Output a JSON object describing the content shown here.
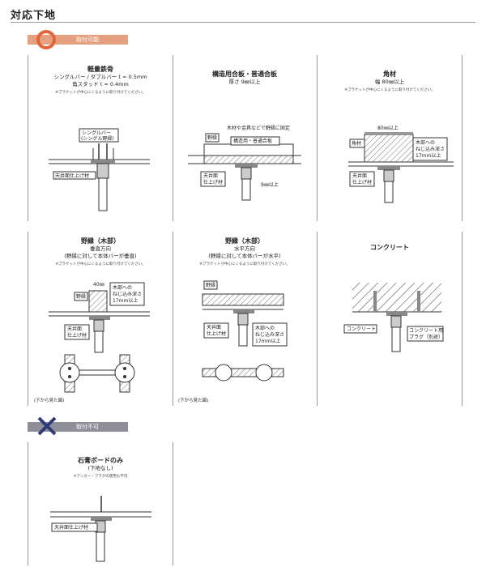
{
  "page_title": "対応下地",
  "ok_label": "取付可能",
  "ng_label": "取付不可",
  "cells": {
    "c1": {
      "title": "軽量鉄骨",
      "sub1": "シングルバー / ダブルバー t = 0.5mm",
      "sub2": "角スタッド t = 0.4mm",
      "note": "※ブラケットが中心にくるように取り付けてください。",
      "lbl1": "シングルバー",
      "lbl1b": "(シングル野縁)",
      "lbl2": "天井面仕上げ材"
    },
    "c2": {
      "title": "構造用合板・普通合板",
      "sub1": "厚さ 9㎜以上",
      "lbl_top": "木材や金具などで野縁に固定",
      "lbl_ply": "構造用・普通合板",
      "lbl_noen": "野縁",
      "lbl_ceil1": "天井面",
      "lbl_ceil2": "仕上げ材",
      "lbl_9": "9㎜以上"
    },
    "c3": {
      "title": "角材",
      "sub1": "幅 80㎜以上",
      "note": "※ブラケットが中心にくるように取り付けてください。",
      "lbl_80": "80㎜以上",
      "lbl_kaku": "角材",
      "lbl_d1": "木部への",
      "lbl_d2": "ねじ込み深さ",
      "lbl_d3": "17mm以上",
      "lbl_ceil1": "天井面",
      "lbl_ceil2": "仕上げ材"
    },
    "c4": {
      "title": "野縁（木部）",
      "sub1": "垂直方向",
      "sub2": "(野縁に対して本体バーが垂直)",
      "note": "※ブラケットが中心にくるように取り付けてください。",
      "lbl_40": "40㎜",
      "lbl_noen": "野縁",
      "lbl_d1": "木部への",
      "lbl_d2": "ねじ込み深さ",
      "lbl_d3": "17mm以上",
      "lbl_ceil1": "天井面",
      "lbl_ceil2": "仕上げ材",
      "bottom": "(下から見た図)"
    },
    "c5": {
      "title": "野縁（木部）",
      "sub1": "水平方向",
      "sub2": "(野縁に対して本体バーが水平)",
      "note": "※ブラケットが中心にくるように取り付けてください。",
      "lbl_noen": "野縁",
      "lbl_d1": "木部への",
      "lbl_d2": "ねじ込み深さ",
      "lbl_d3": "17mm以上",
      "lbl_ceil1": "天井面",
      "lbl_ceil2": "仕上げ材",
      "bottom": "(下から見た図)"
    },
    "c6": {
      "title": "コンクリート",
      "lbl_con": "コンクリート",
      "lbl_plug1": "コンクリート用",
      "lbl_plug2": "プラグ（別途）"
    },
    "c7": {
      "title": "石膏ボードのみ",
      "sub1": "(下地なし)",
      "note": "※アンカー・プラグの使用も不可",
      "lbl_ceil": "天井面仕上げ材"
    }
  }
}
